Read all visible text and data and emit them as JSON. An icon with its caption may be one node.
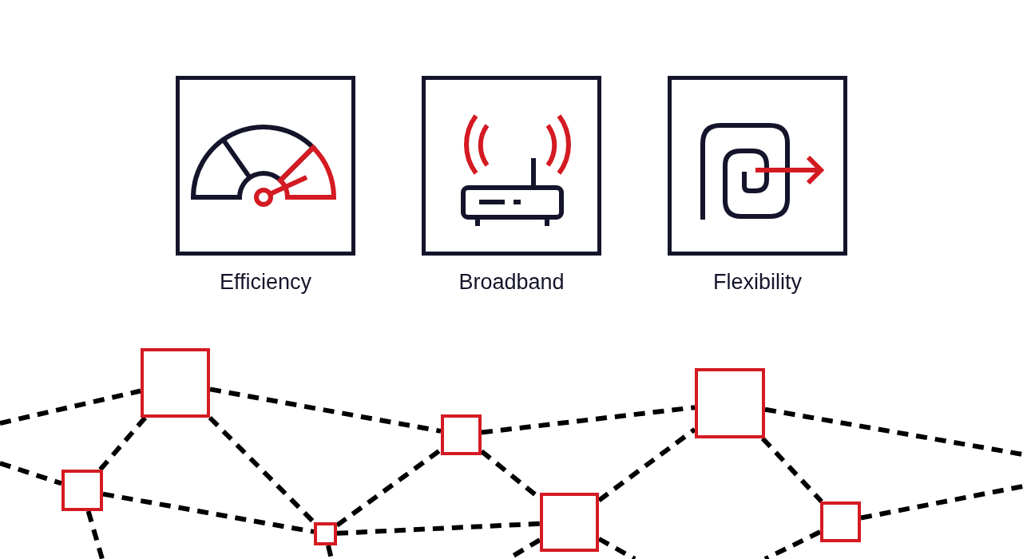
{
  "diagram": {
    "nodes": [
      {
        "text": [
          "Efficiency"
        ]
      },
      {
        "text": [
          "Broadband"
        ]
      },
      {
        "text": [
          "Flexibility"
        ]
      },
      {
        "text": [],
        "shape": "box"
      },
      {
        "text": [],
        "shape": "box"
      },
      {
        "text": [],
        "shape": "box"
      },
      {
        "text": [],
        "shape": "box"
      },
      {
        "text": [],
        "shape": "box"
      },
      {
        "text": [],
        "shape": "box"
      },
      {
        "text": [],
        "shape": "box"
      }
    ],
    "edges": [
      {
        "from": null,
        "to": 3,
        "arrow": "none",
        "style": "dashed"
      },
      {
        "from": 3,
        "to": 4,
        "arrow": "none",
        "style": "dashed"
      },
      {
        "from": 3,
        "to": 5,
        "arrow": "none",
        "style": "dashed"
      },
      {
        "from": 3,
        "to": 6,
        "arrow": "none",
        "style": "dashed"
      },
      {
        "from": null,
        "to": 4,
        "arrow": "none",
        "style": "dashed"
      },
      {
        "from": 4,
        "to": 5,
        "arrow": "none",
        "style": "dashed"
      },
      {
        "from": 4,
        "to": null,
        "arrow": "none",
        "style": "dashed"
      },
      {
        "from": 5,
        "to": 6,
        "arrow": "none",
        "style": "dashed"
      },
      {
        "from": 5,
        "to": 7,
        "arrow": "none",
        "style": "dashed"
      },
      {
        "from": 5,
        "to": null,
        "arrow": "none",
        "style": "dashed"
      },
      {
        "from": 6,
        "to": 7,
        "arrow": "none",
        "style": "dashed"
      },
      {
        "from": 6,
        "to": 8,
        "arrow": "none",
        "style": "dashed"
      },
      {
        "from": 7,
        "to": 8,
        "arrow": "none",
        "style": "dashed"
      },
      {
        "from": 7,
        "to": null,
        "arrow": "none",
        "style": "dashed"
      },
      {
        "from": 7,
        "to": null,
        "arrow": "none",
        "style": "dashed"
      },
      {
        "from": 8,
        "to": null,
        "arrow": "none",
        "style": "dashed"
      },
      {
        "from": 8,
        "to": 9,
        "arrow": "none",
        "style": "dashed"
      },
      {
        "from": 9,
        "to": null,
        "arrow": "none",
        "style": "dashed"
      },
      {
        "from": 9,
        "to": null,
        "arrow": "none",
        "style": "dashed"
      }
    ]
  }
}
